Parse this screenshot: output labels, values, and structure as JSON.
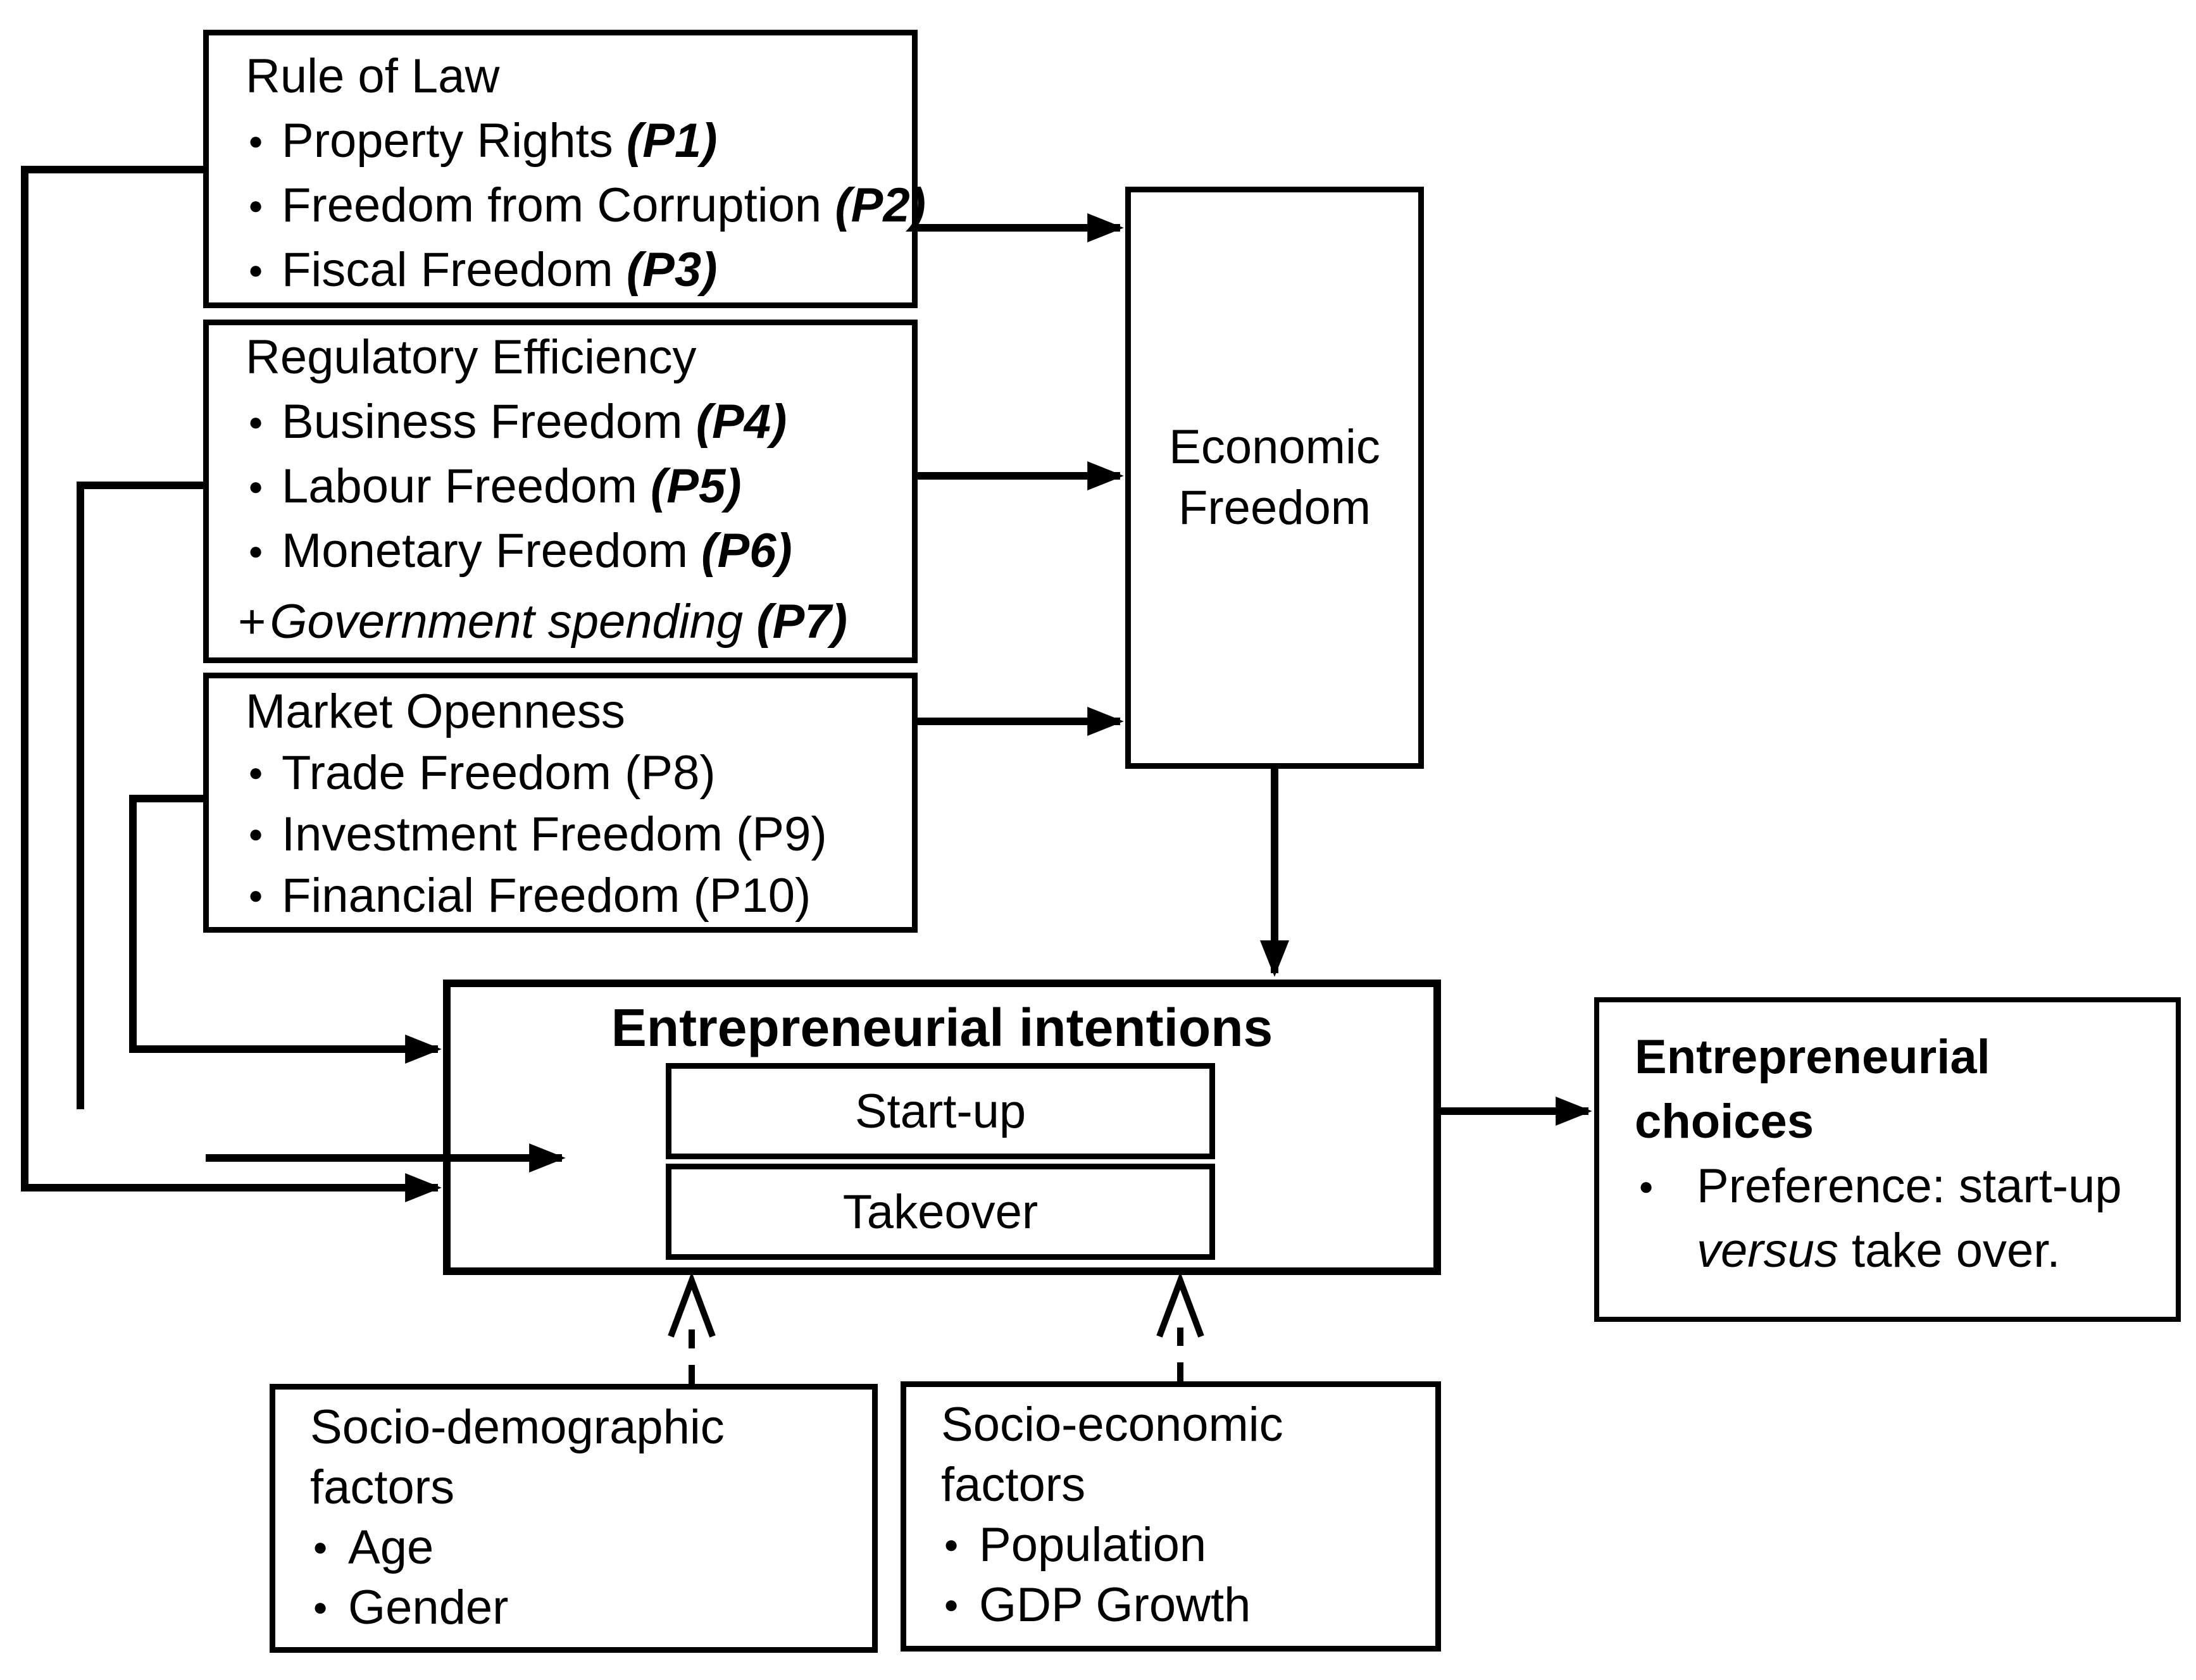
{
  "ui": {
    "bullet_char": "●"
  },
  "diagram": {
    "rule_of_law": {
      "title": "Rule of Law",
      "items": [
        {
          "label": "Property Rights",
          "code": "(P1)"
        },
        {
          "label": "Freedom from Corruption",
          "code": "(P2)"
        },
        {
          "label": "Fiscal Freedom",
          "code": "(P3)"
        }
      ]
    },
    "regulatory_efficiency": {
      "title": "Regulatory Efficiency",
      "items": [
        {
          "label": "Business Freedom",
          "code": "(P4)"
        },
        {
          "label": "Labour Freedom",
          "code": "(P5)"
        },
        {
          "label": "Monetary Freedom",
          "code": "(P6)"
        }
      ],
      "extra": {
        "prefix": "+",
        "label": "Government spending",
        "code": "(P7)"
      }
    },
    "market_openness": {
      "title": "Market Openness",
      "items": [
        {
          "label": "Trade Freedom",
          "code": "(P8)"
        },
        {
          "label": "Investment Freedom",
          "code": "(P9)"
        },
        {
          "label": "Financial Freedom",
          "code": "(P10)"
        }
      ]
    },
    "economic_freedom": {
      "title": "Economic Freedom"
    },
    "entrepreneurial_intentions": {
      "title": "Entrepreneurial intentions",
      "startup_label": "Start-up",
      "takeover_label": "Takeover"
    },
    "entrepreneurial_choices": {
      "title": "Entrepreneurial choices",
      "bullet_pre": "Preference: start-up",
      "bullet_italic": "versus",
      "bullet_post": "take over."
    },
    "socio_demographic": {
      "title": "Socio-demographic factors",
      "items": [
        {
          "label": "Age"
        },
        {
          "label": "Gender"
        }
      ]
    },
    "socio_economic": {
      "title": "Socio-economic factors",
      "items": [
        {
          "label": "Population"
        },
        {
          "label": "GDP Growth"
        }
      ]
    }
  }
}
